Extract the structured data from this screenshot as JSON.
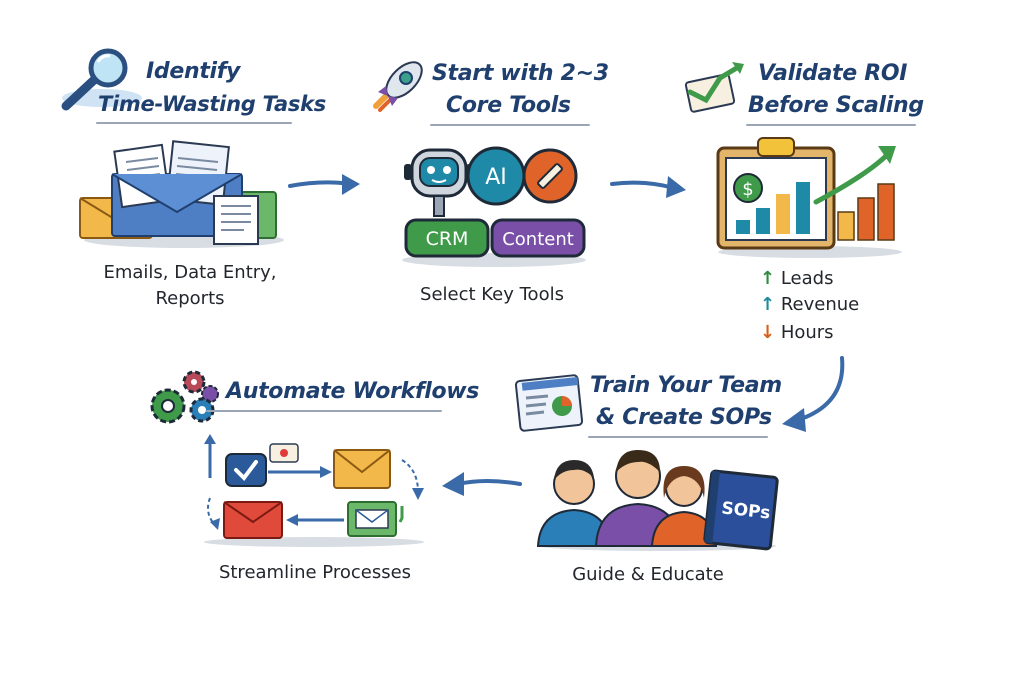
{
  "steps": [
    {
      "title_line1": "Identify",
      "title_line2": "Time-Wasting Tasks",
      "caption_line1": "Emails, Data Entry,",
      "caption_line2": "Reports"
    },
    {
      "title_line1": "Start with 2~3",
      "title_line2": "Core Tools",
      "caption_line1": "Select Key Tools"
    },
    {
      "title_line1": "Validate ROI",
      "title_line2": "Before Scaling",
      "metrics": [
        {
          "label": "Leads",
          "direction": "up",
          "color": "#2e8b3e"
        },
        {
          "label": "Revenue",
          "direction": "up",
          "color": "#1f8a9a"
        },
        {
          "label": "Hours",
          "direction": "down",
          "color": "#d4601f"
        }
      ]
    },
    {
      "title_line1": "Train Your Team",
      "title_line2": "& Create SOPs",
      "caption_line1": "Guide & Educate"
    },
    {
      "title_line1": "Automate Workflows",
      "caption_line1": "Streamline Processes"
    }
  ],
  "tools": {
    "ai": "AI",
    "crm": "CRM",
    "content": "Content"
  },
  "sops_label": "SOPs",
  "dollar_sign": "$",
  "colors": {
    "title": "#1f3f6e",
    "arrow": "#3a6aa8",
    "green": "#3f9a4a",
    "purple": "#7a4fa8",
    "teal": "#1e8aa8",
    "orange": "#e0642a"
  }
}
